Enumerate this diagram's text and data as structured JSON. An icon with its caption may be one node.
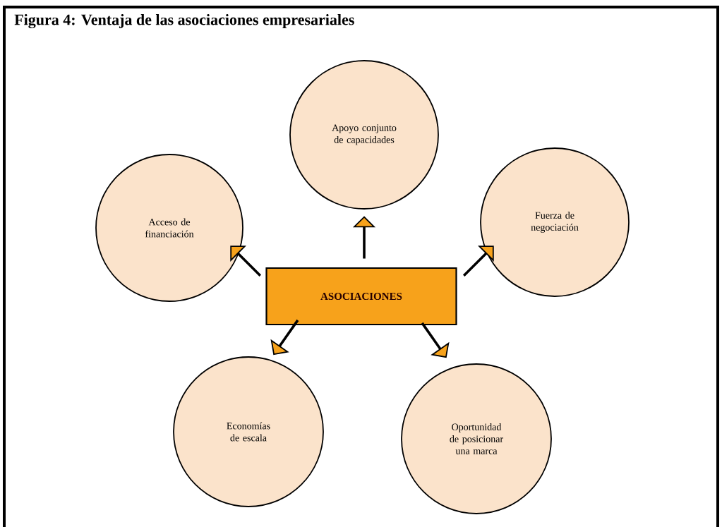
{
  "diagram": {
    "title": "Figura 4: Ventaja de las asociaciones empresariales",
    "nodes": [
      {
        "text": [
          "Apoyo conjunto de capacidades"
        ]
      },
      {
        "text": [
          "Acceso de financiación"
        ]
      },
      {
        "text": [
          "Fuerza de negociación"
        ]
      },
      {
        "text": [
          "ASOCIACIONES"
        ]
      },
      {
        "text": [
          "Economías de escala"
        ]
      },
      {
        "text": [
          "Oportunidad de posicionar una marca"
        ]
      }
    ],
    "edges": [
      {
        "from": 3,
        "to": 0,
        "arrow": "to"
      },
      {
        "from": 3,
        "to": 1,
        "arrow": "to"
      },
      {
        "from": 3,
        "to": 2,
        "arrow": "to"
      },
      {
        "from": 3,
        "to": 4,
        "arrow": "to"
      },
      {
        "from": 3,
        "to": 5,
        "arrow": "to"
      }
    ]
  }
}
